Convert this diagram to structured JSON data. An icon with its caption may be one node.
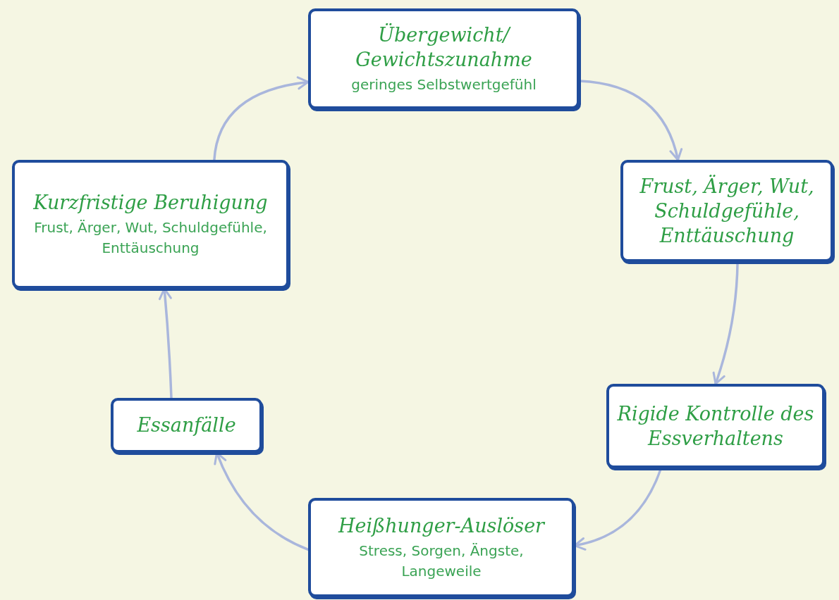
{
  "diagram": {
    "nodes": [
      {
        "text": [
          "Übergewicht/ Gewichtszunahme",
          "geringes Selbstwertgefühl"
        ]
      },
      {
        "text": [
          "Frust, Ärger, Wut, Schuldgefühle, Enttäuschung"
        ]
      },
      {
        "text": [
          "Rigide Kontrolle des Essverhaltens"
        ]
      },
      {
        "text": [
          "Heißhunger-Auslöser",
          "Stress, Sorgen, Ängste, Langeweile"
        ]
      },
      {
        "text": [
          "Essanfälle"
        ]
      },
      {
        "text": [
          "Kurzfristige Beruhigung",
          "Frust, Ärger, Wut, Schuldgefühle, Enttäuschung"
        ]
      }
    ],
    "edges": [
      {
        "from": 0,
        "to": 1,
        "arrow": "to"
      },
      {
        "from": 1,
        "to": 2,
        "arrow": "to"
      },
      {
        "from": 2,
        "to": 3,
        "arrow": "to"
      },
      {
        "from": 3,
        "to": 4,
        "arrow": "to"
      },
      {
        "from": 4,
        "to": 5,
        "arrow": "to"
      },
      {
        "from": 5,
        "to": 0,
        "arrow": "to"
      }
    ]
  }
}
